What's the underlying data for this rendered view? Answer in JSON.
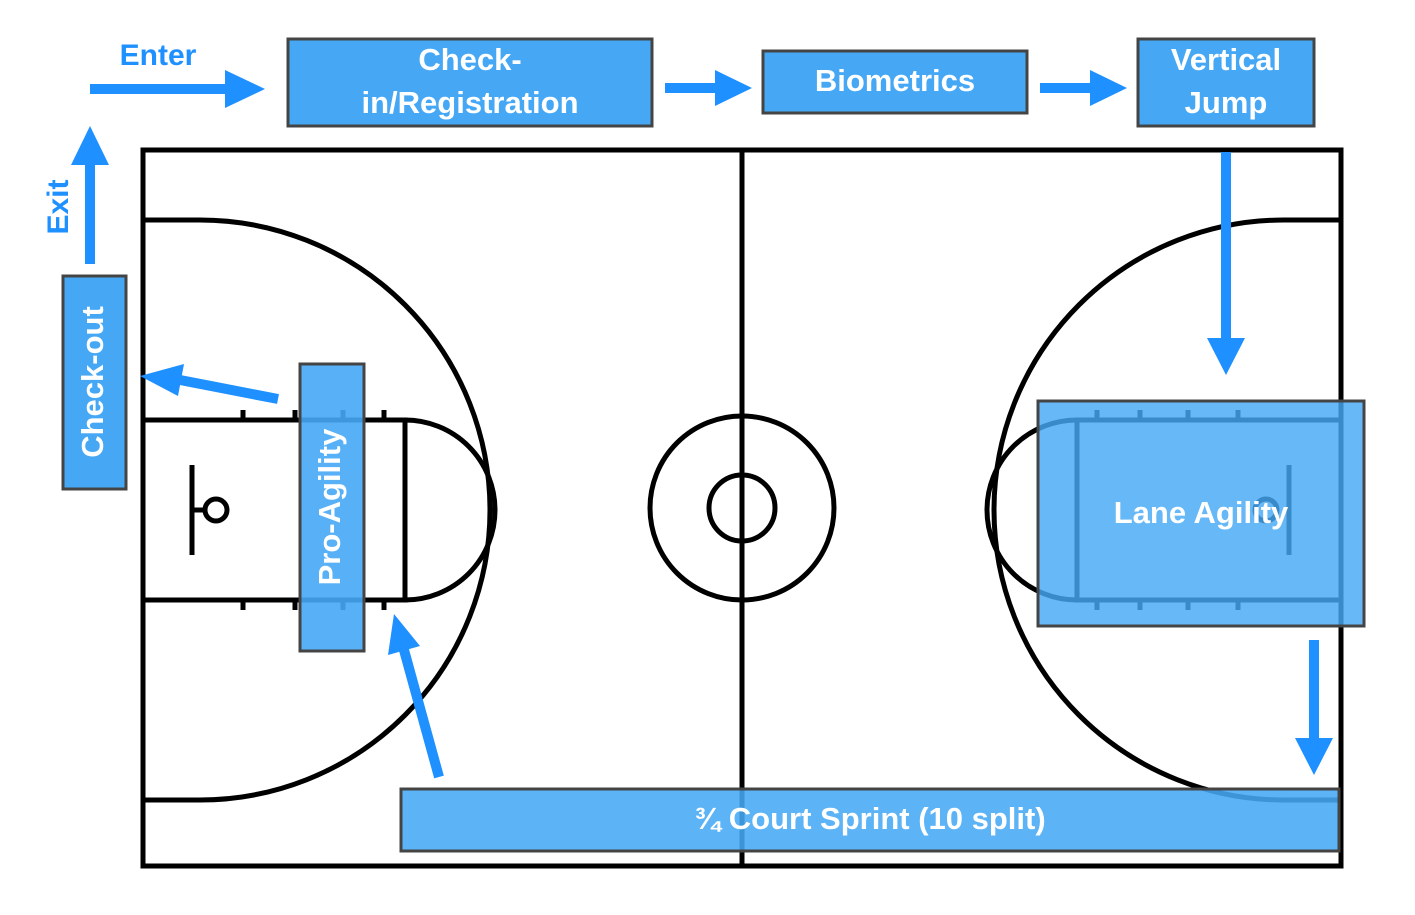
{
  "colors": {
    "box_fill": "#46a8f5",
    "box_border": "#444444",
    "arrow": "#1e90ff",
    "court_line": "#000000",
    "background": "#ffffff"
  },
  "flow": {
    "enter_label": "Enter",
    "exit_label": "Exit"
  },
  "stations": {
    "checkin_line1": "Check-",
    "checkin_line2": "in/Registration",
    "biometrics": "Biometrics",
    "vertical_line1": "Vertical",
    "vertical_line2": "Jump",
    "lane_agility": "Lane Agility",
    "sprint": "¾ Court Sprint (10 split)",
    "pro_agility": "Pro-Agility",
    "checkout": "Check-out"
  }
}
